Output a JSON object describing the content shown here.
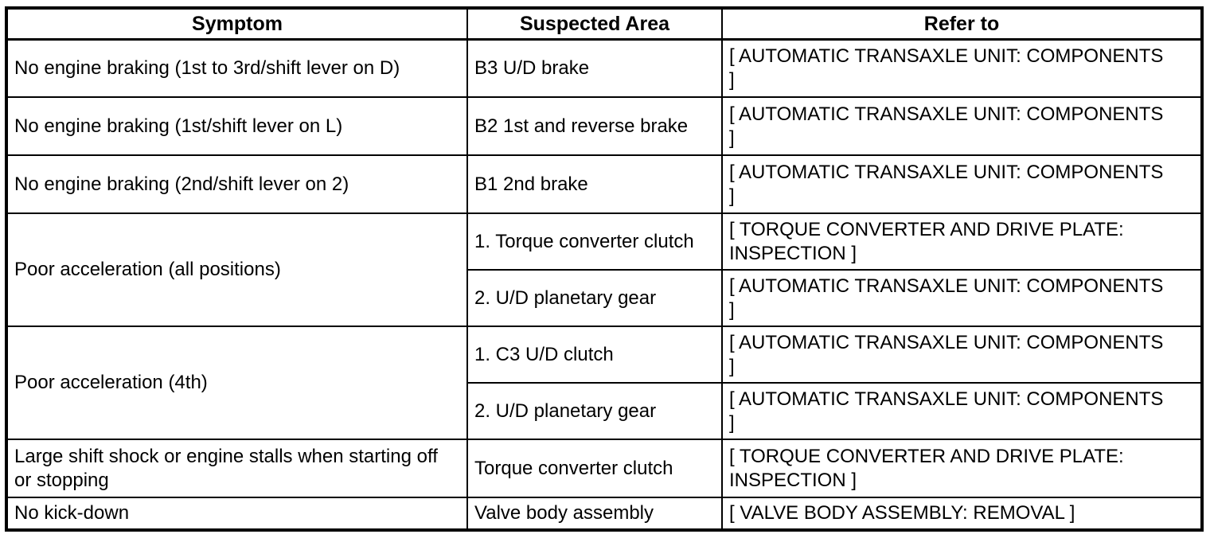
{
  "table": {
    "headers": [
      {
        "label": "Symptom"
      },
      {
        "label": "Suspected Area"
      },
      {
        "label": "Refer to"
      }
    ],
    "rows": [
      {
        "symptom": "No engine braking (1st to 3rd/shift lever on D)",
        "area": "B3 U/D brake",
        "refer": "[ AUTOMATIC TRANSAXLE UNIT: COMPONENTS\n]"
      },
      {
        "symptom": "No engine braking (1st/shift lever on L)",
        "area": "B2 1st and reverse brake",
        "refer": "[ AUTOMATIC TRANSAXLE UNIT: COMPONENTS\n]"
      },
      {
        "symptom": "No engine braking (2nd/shift lever on 2)",
        "area": "B1 2nd brake",
        "refer": "[ AUTOMATIC TRANSAXLE UNIT: COMPONENTS\n]"
      },
      {
        "symptom": "Poor acceleration (all positions)",
        "subrows": [
          {
            "area": "1. Torque converter clutch",
            "refer": "[ TORQUE CONVERTER AND DRIVE PLATE:\nINSPECTION ]"
          },
          {
            "area": "2. U/D planetary gear",
            "refer": "[ AUTOMATIC TRANSAXLE UNIT: COMPONENTS\n]"
          }
        ]
      },
      {
        "symptom": "Poor acceleration (4th)",
        "subrows": [
          {
            "area": "1. C3 U/D clutch",
            "refer": "[ AUTOMATIC TRANSAXLE UNIT: COMPONENTS\n]"
          },
          {
            "area": "2. U/D planetary gear",
            "refer": "[ AUTOMATIC TRANSAXLE UNIT: COMPONENTS\n]"
          }
        ]
      },
      {
        "symptom": "Large shift shock or engine stalls when starting off\nor stopping",
        "area": "Torque converter clutch",
        "refer": "[ TORQUE CONVERTER AND DRIVE PLATE:\nINSPECTION ]"
      },
      {
        "symptom": "No kick-down",
        "area": "Valve body assembly",
        "refer": "[ VALVE BODY ASSEMBLY: REMOVAL ]"
      }
    ],
    "colors": {
      "border": "#000000",
      "text": "#000000",
      "background": "#ffffff"
    }
  }
}
